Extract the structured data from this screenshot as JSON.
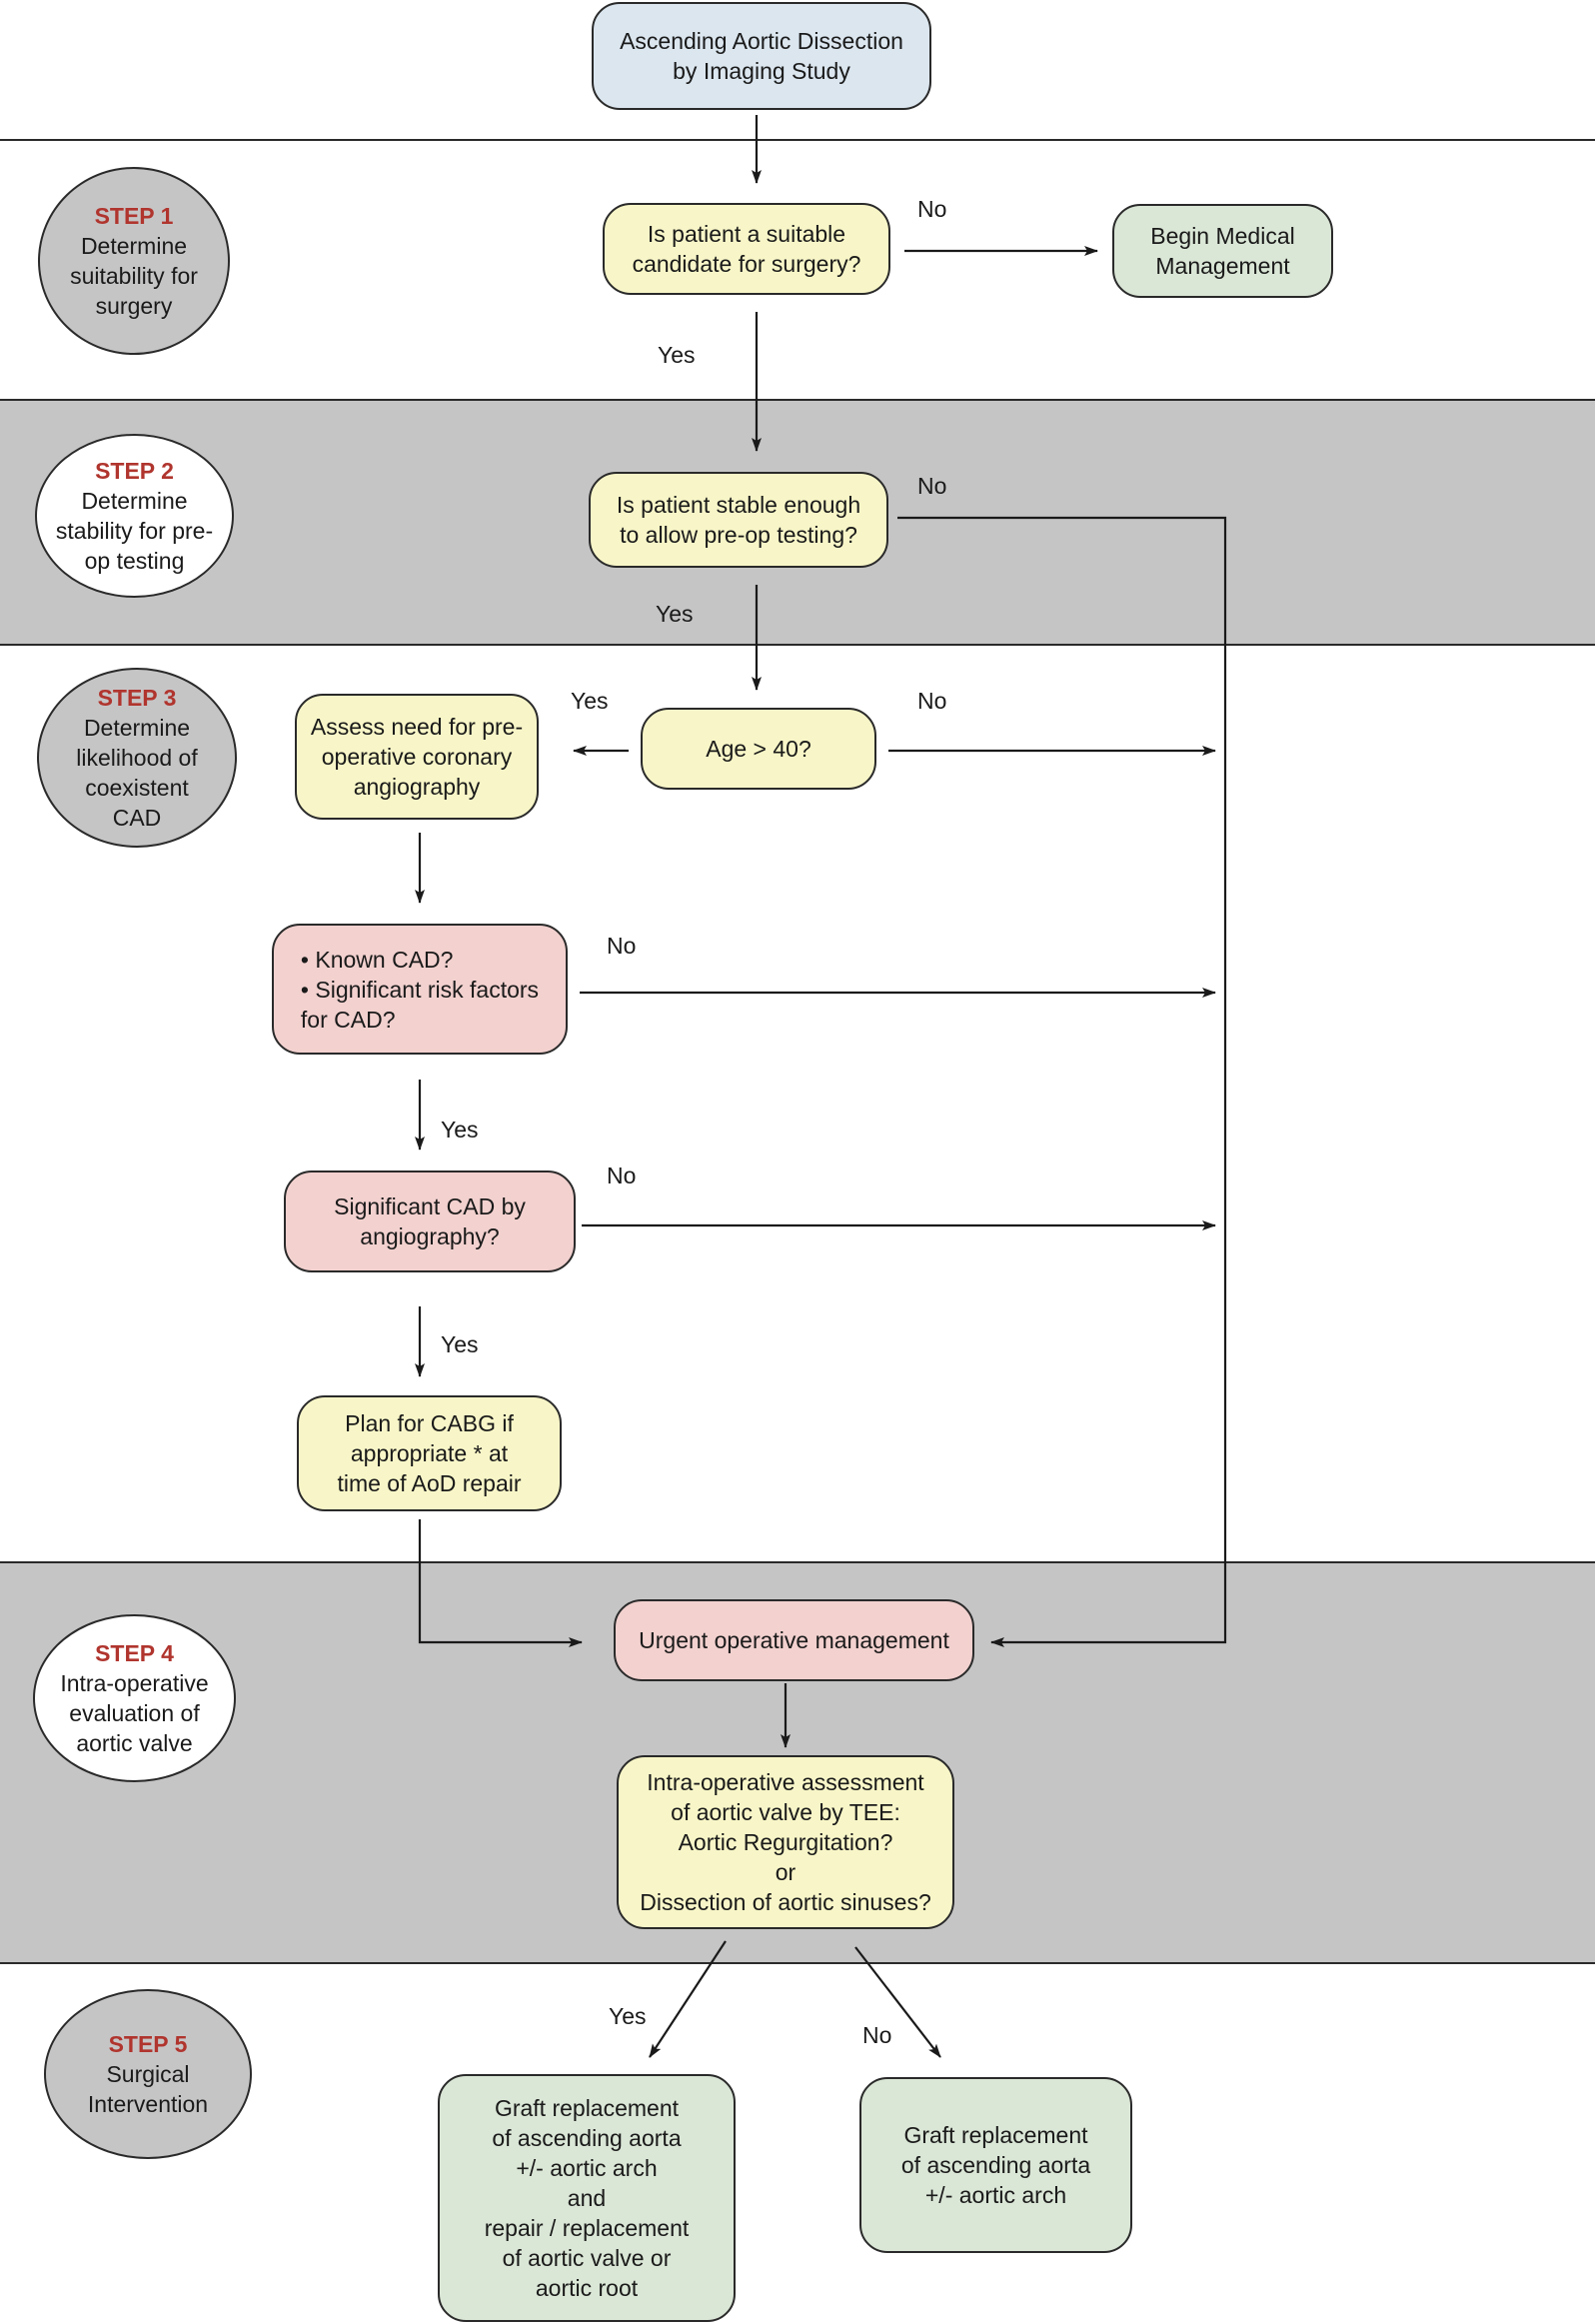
{
  "start": "Ascending Aortic Dissection\nby Imaging Study",
  "steps": [
    {
      "title": "STEP 1",
      "desc": "Determine\nsuitability for\nsurgery"
    },
    {
      "title": "STEP 2",
      "desc": "Determine\nstability for pre-\nop testing"
    },
    {
      "title": "STEP 3",
      "desc": "Determine\nlikelihood of\ncoexistent\nCAD"
    },
    {
      "title": "STEP 4",
      "desc": "Intra-operative\nevaluation of\naortic valve"
    },
    {
      "title": "STEP 5",
      "desc": "Surgical\nIntervention"
    }
  ],
  "nodes": {
    "suitable": "Is patient a suitable\ncandidate for surgery?",
    "medical": "Begin Medical\nManagement",
    "stable": "Is patient stable enough\nto allow pre-op testing?",
    "age": "Age > 40?",
    "assess": "Assess need for pre-\noperative coronary\nangiography",
    "known_cad": "• Known CAD?\n• Significant risk factors\n  for CAD?",
    "sig_cad": "Significant CAD by\nangiography?",
    "cabg": "Plan for CABG if\nappropriate * at\ntime of AoD repair",
    "urgent": "Urgent operative management",
    "tee": "Intra-operative assessment\nof aortic valve by TEE:\nAortic Regurgitation?\nor\nDissection of aortic sinuses?",
    "graft_yes": "Graft replacement\nof ascending aorta\n+/- aortic arch\nand\nrepair / replacement\nof aortic valve or\naortic root",
    "graft_no": "Graft replacement\nof ascending aorta\n+/- aortic arch"
  },
  "labels": {
    "yes": "Yes",
    "no": "No"
  }
}
